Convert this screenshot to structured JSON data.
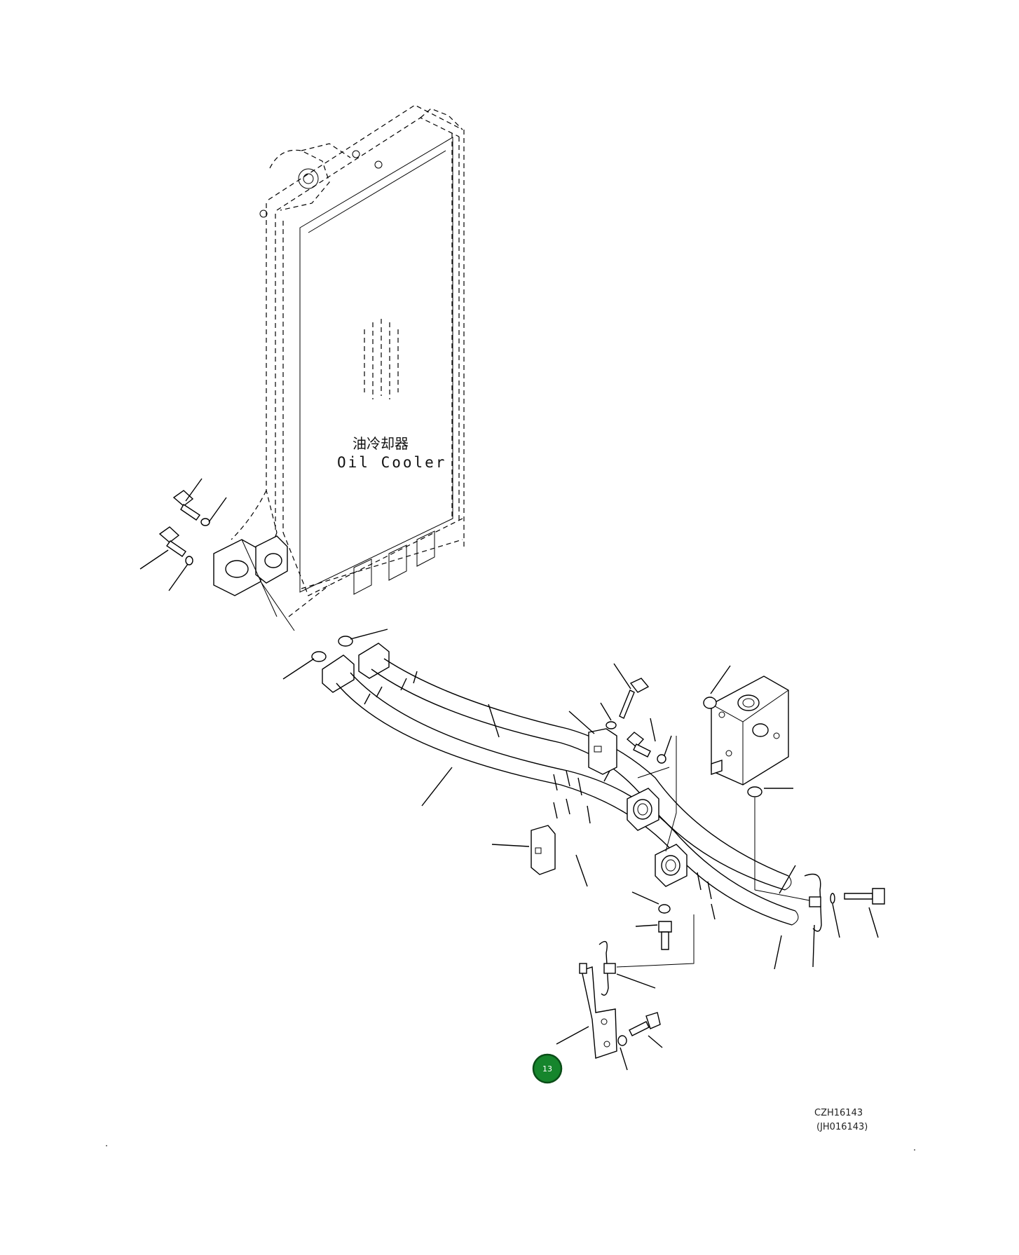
{
  "diagram": {
    "component_label_cn": "油冷却器",
    "component_label_en": "Oil Cooler",
    "drawing_code": "CZH16143",
    "drawing_code_alt": "(JH016143)",
    "callouts": [
      {
        "number": "13"
      }
    ],
    "callout_color": "#16852c"
  }
}
